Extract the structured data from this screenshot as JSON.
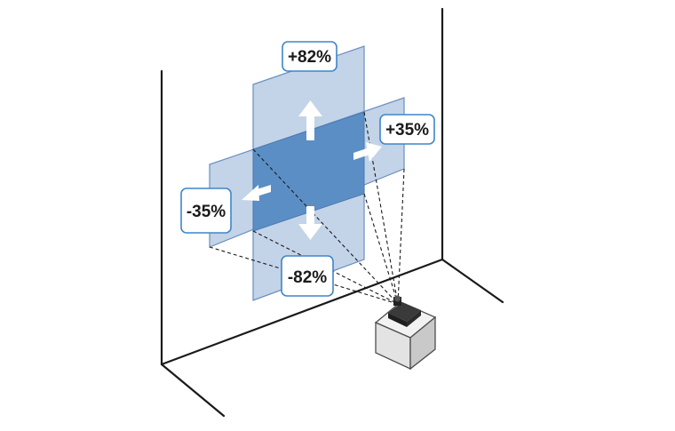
{
  "diagram": {
    "labels": {
      "up": "+82%",
      "down": "-82%",
      "right": "+35%",
      "left": "-35%"
    },
    "colors": {
      "panel_light": "#b9cbe4",
      "panel_overlap": "#5b8ec4",
      "panel_edge": "#6a8fbf",
      "label_border": "#3f86c8",
      "label_fill": "#ffffff",
      "line": "#1a1a1a",
      "arrow": "#ffffff"
    },
    "icons": [
      "arrow-up-icon",
      "arrow-down-icon",
      "arrow-left-icon",
      "arrow-right-icon",
      "projector-icon"
    ]
  }
}
